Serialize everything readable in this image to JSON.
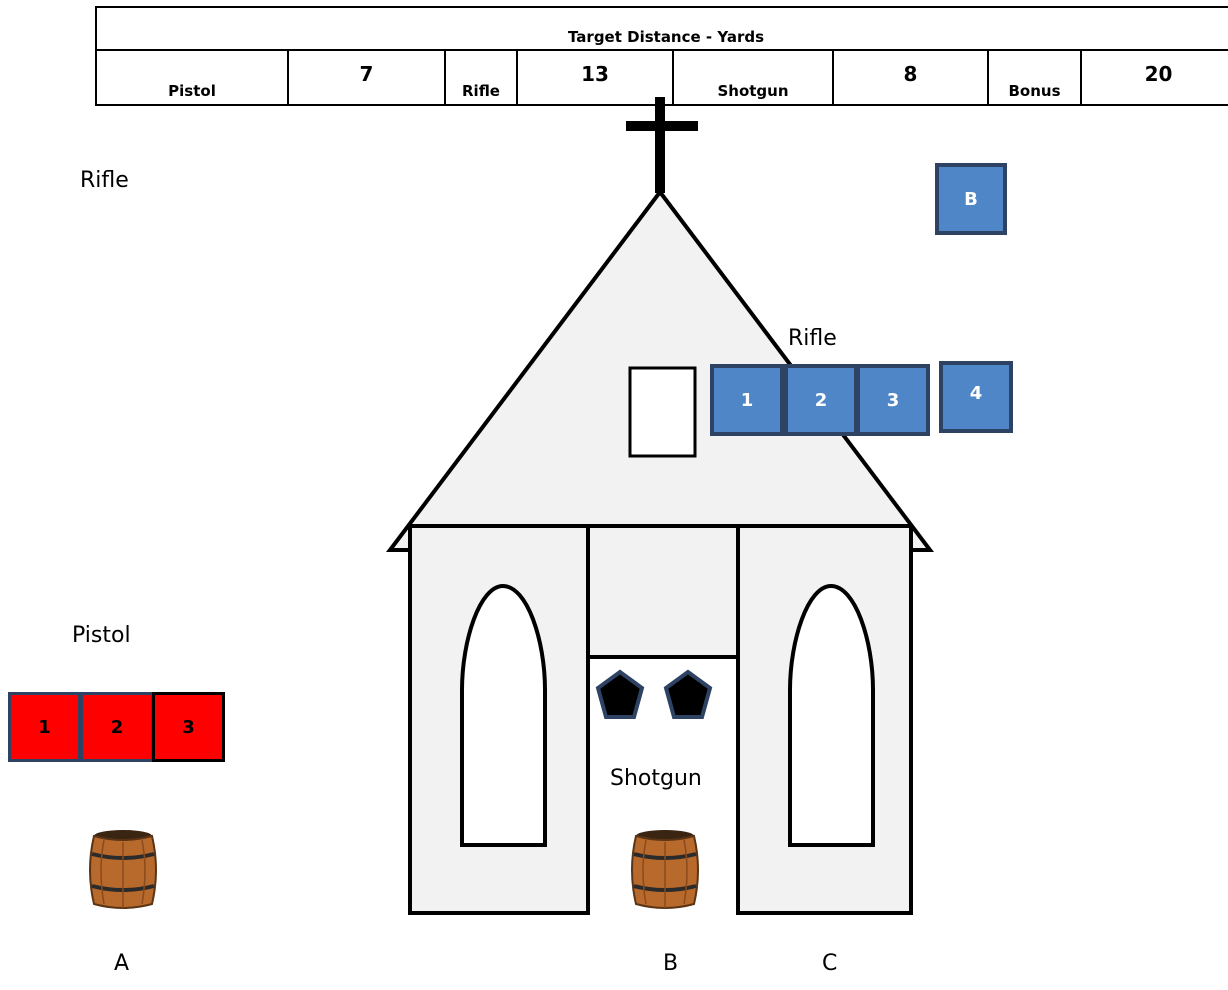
{
  "distance_table": {
    "title": "Target Distance - Yards",
    "cells": {
      "pistol_label": "Pistol",
      "pistol_value": "7",
      "rifle_label": "Rifle",
      "rifle_value": "13",
      "shotgun_label": "Shotgun",
      "shotgun_value": "8",
      "bonus_label": "Bonus",
      "bonus_value": "20"
    }
  },
  "labels": {
    "rifle_left": "Rifle",
    "rifle_right": "Rifle",
    "pistol": "Pistol",
    "shotgun": "Shotgun",
    "position_a": "A",
    "position_b": "B",
    "position_c": "C"
  },
  "targets": {
    "bonus": "B",
    "rifle": [
      "1",
      "2",
      "3",
      "4"
    ],
    "pistol": [
      "1",
      "2",
      "3"
    ]
  },
  "colors": {
    "rifle_target": "#4f86c8",
    "rifle_border": "#2e4364",
    "pistol_target": "#ff0000",
    "church_fill": "#f2f2f2",
    "shotgun_target": "#000000"
  }
}
